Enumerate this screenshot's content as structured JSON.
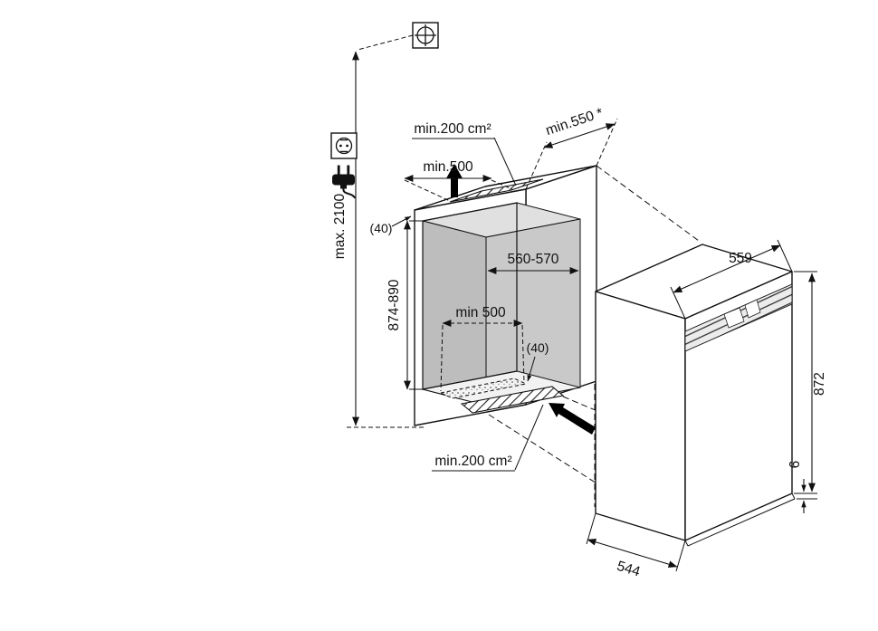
{
  "figure": {
    "type": "appliance-installation-diagram",
    "description": "Built-in refrigerator niche dimensions and ventilation diagram"
  },
  "colors": {
    "background": "#ffffff",
    "line": "#111111",
    "back_wall": "#c9c9c9",
    "side_wall": "#bdbdbd",
    "ceiling": "#e0e0e0",
    "floor": "#f2f2f2"
  },
  "labels": {
    "top_vent_area": "min.200 cm²",
    "top_vent_width": "min.500",
    "niche_depth": "min.550 *",
    "top_clearance": "(40)",
    "socket_max_height": "max. 2100",
    "niche_width": "560-570",
    "niche_height": "874-890",
    "floor_vent_width": "min 500",
    "floor_clearance": "(40)",
    "bottom_vent_area": "min.200 cm²",
    "appliance_width": "559",
    "appliance_height": "872",
    "door_gap": "6",
    "appliance_depth": "544"
  },
  "icons": {
    "mounting": "mounting-point-icon",
    "socket": "power-socket-icon",
    "plug": "power-plug-icon"
  }
}
